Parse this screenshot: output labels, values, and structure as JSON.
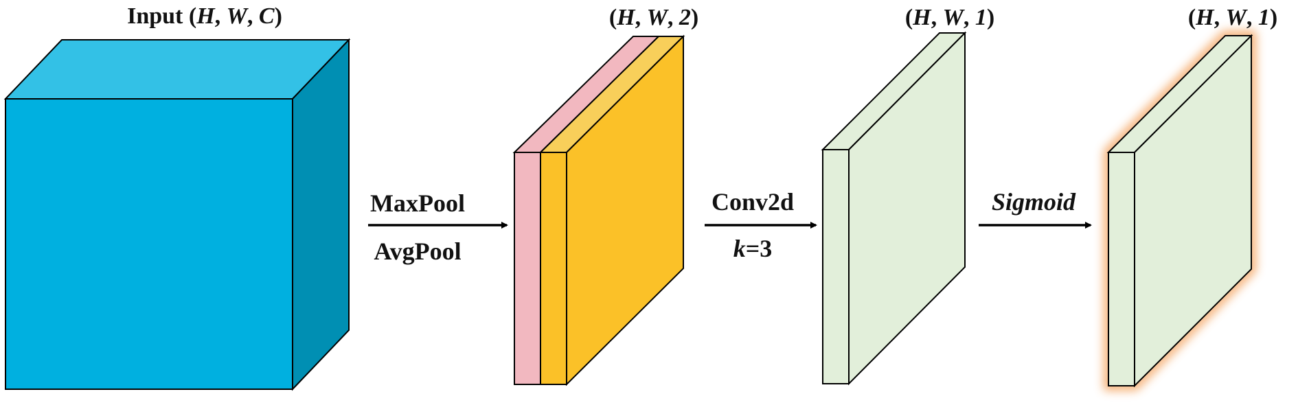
{
  "labels": {
    "input": {
      "prefix": "Input (",
      "h": "H",
      "sep1": ", ",
      "w": "W",
      "sep2": ", ",
      "c": "C",
      "suffix": ")"
    },
    "pool_shape": {
      "open": "(",
      "h": "H",
      "sep1": ", ",
      "w": "W",
      "sep2": ", ",
      "n": "2",
      "close": ")"
    },
    "conv_shape": {
      "open": "(",
      "h": "H",
      "sep1": ", ",
      "w": "W",
      "sep2": ", ",
      "n": "1",
      "close": ")"
    },
    "sig_shape": {
      "open": "(",
      "h": "H",
      "sep1": ", ",
      "w": "W",
      "sep2": ", ",
      "n": "1",
      "close": ")"
    },
    "op1_top": "MaxPool",
    "op1_bottom": "AvgPool",
    "op2_top": "Conv2d",
    "op2_k": "k",
    "op2_eq": "=3",
    "op3_top": "Sigmoid"
  },
  "colors": {
    "input_front": "#00B0E0",
    "input_top": "#33C1E6",
    "input_side": "#008FB3",
    "maxpool_front": "#F2B8C0",
    "avgpool_front": "#FBC128",
    "avgpool_top": "#F8CF5A",
    "map_front": "#E2EFDA",
    "highlight_glow": "#F4A460",
    "stroke": "#000000"
  }
}
